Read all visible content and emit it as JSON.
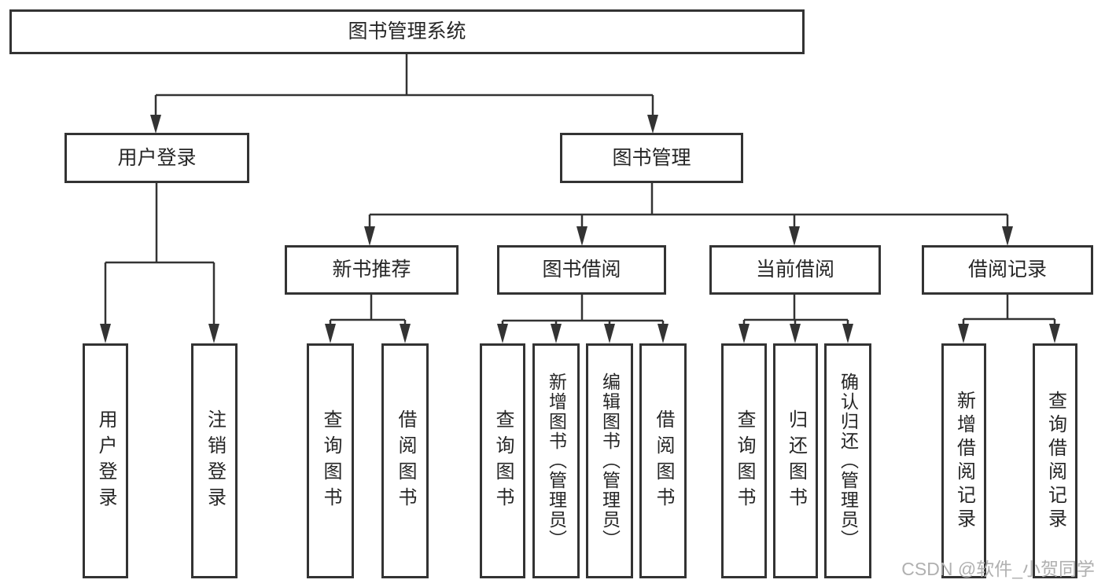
{
  "diagram": {
    "root": {
      "label": "图书管理系统"
    },
    "level1": {
      "user_login": {
        "label": "用户登录"
      },
      "book_mgmt": {
        "label": "图书管理"
      }
    },
    "level2": {
      "new_book": {
        "label": "新书推荐"
      },
      "borrow": {
        "label": "图书借阅"
      },
      "current": {
        "label": "当前借阅"
      },
      "records": {
        "label": "借阅记录"
      }
    },
    "leaves": {
      "user_login": [
        "用户登录",
        "注销登录"
      ],
      "new_book": [
        "查询图书",
        "借阅图书"
      ],
      "borrow": [
        "查询图书",
        "新增图书（管理员）",
        "编辑图书（管理员）",
        "借阅图书"
      ],
      "current": [
        "查询图书",
        "归还图书",
        "确认归还（管理员）"
      ],
      "records": [
        "新增借阅记录",
        "查询借阅记录"
      ]
    },
    "colors": {
      "line": "#333333",
      "text": "#262626",
      "background": "#ffffff",
      "watermark": "#b0b0b0"
    }
  },
  "watermark": {
    "text": "CSDN @软件_小贺同学"
  }
}
